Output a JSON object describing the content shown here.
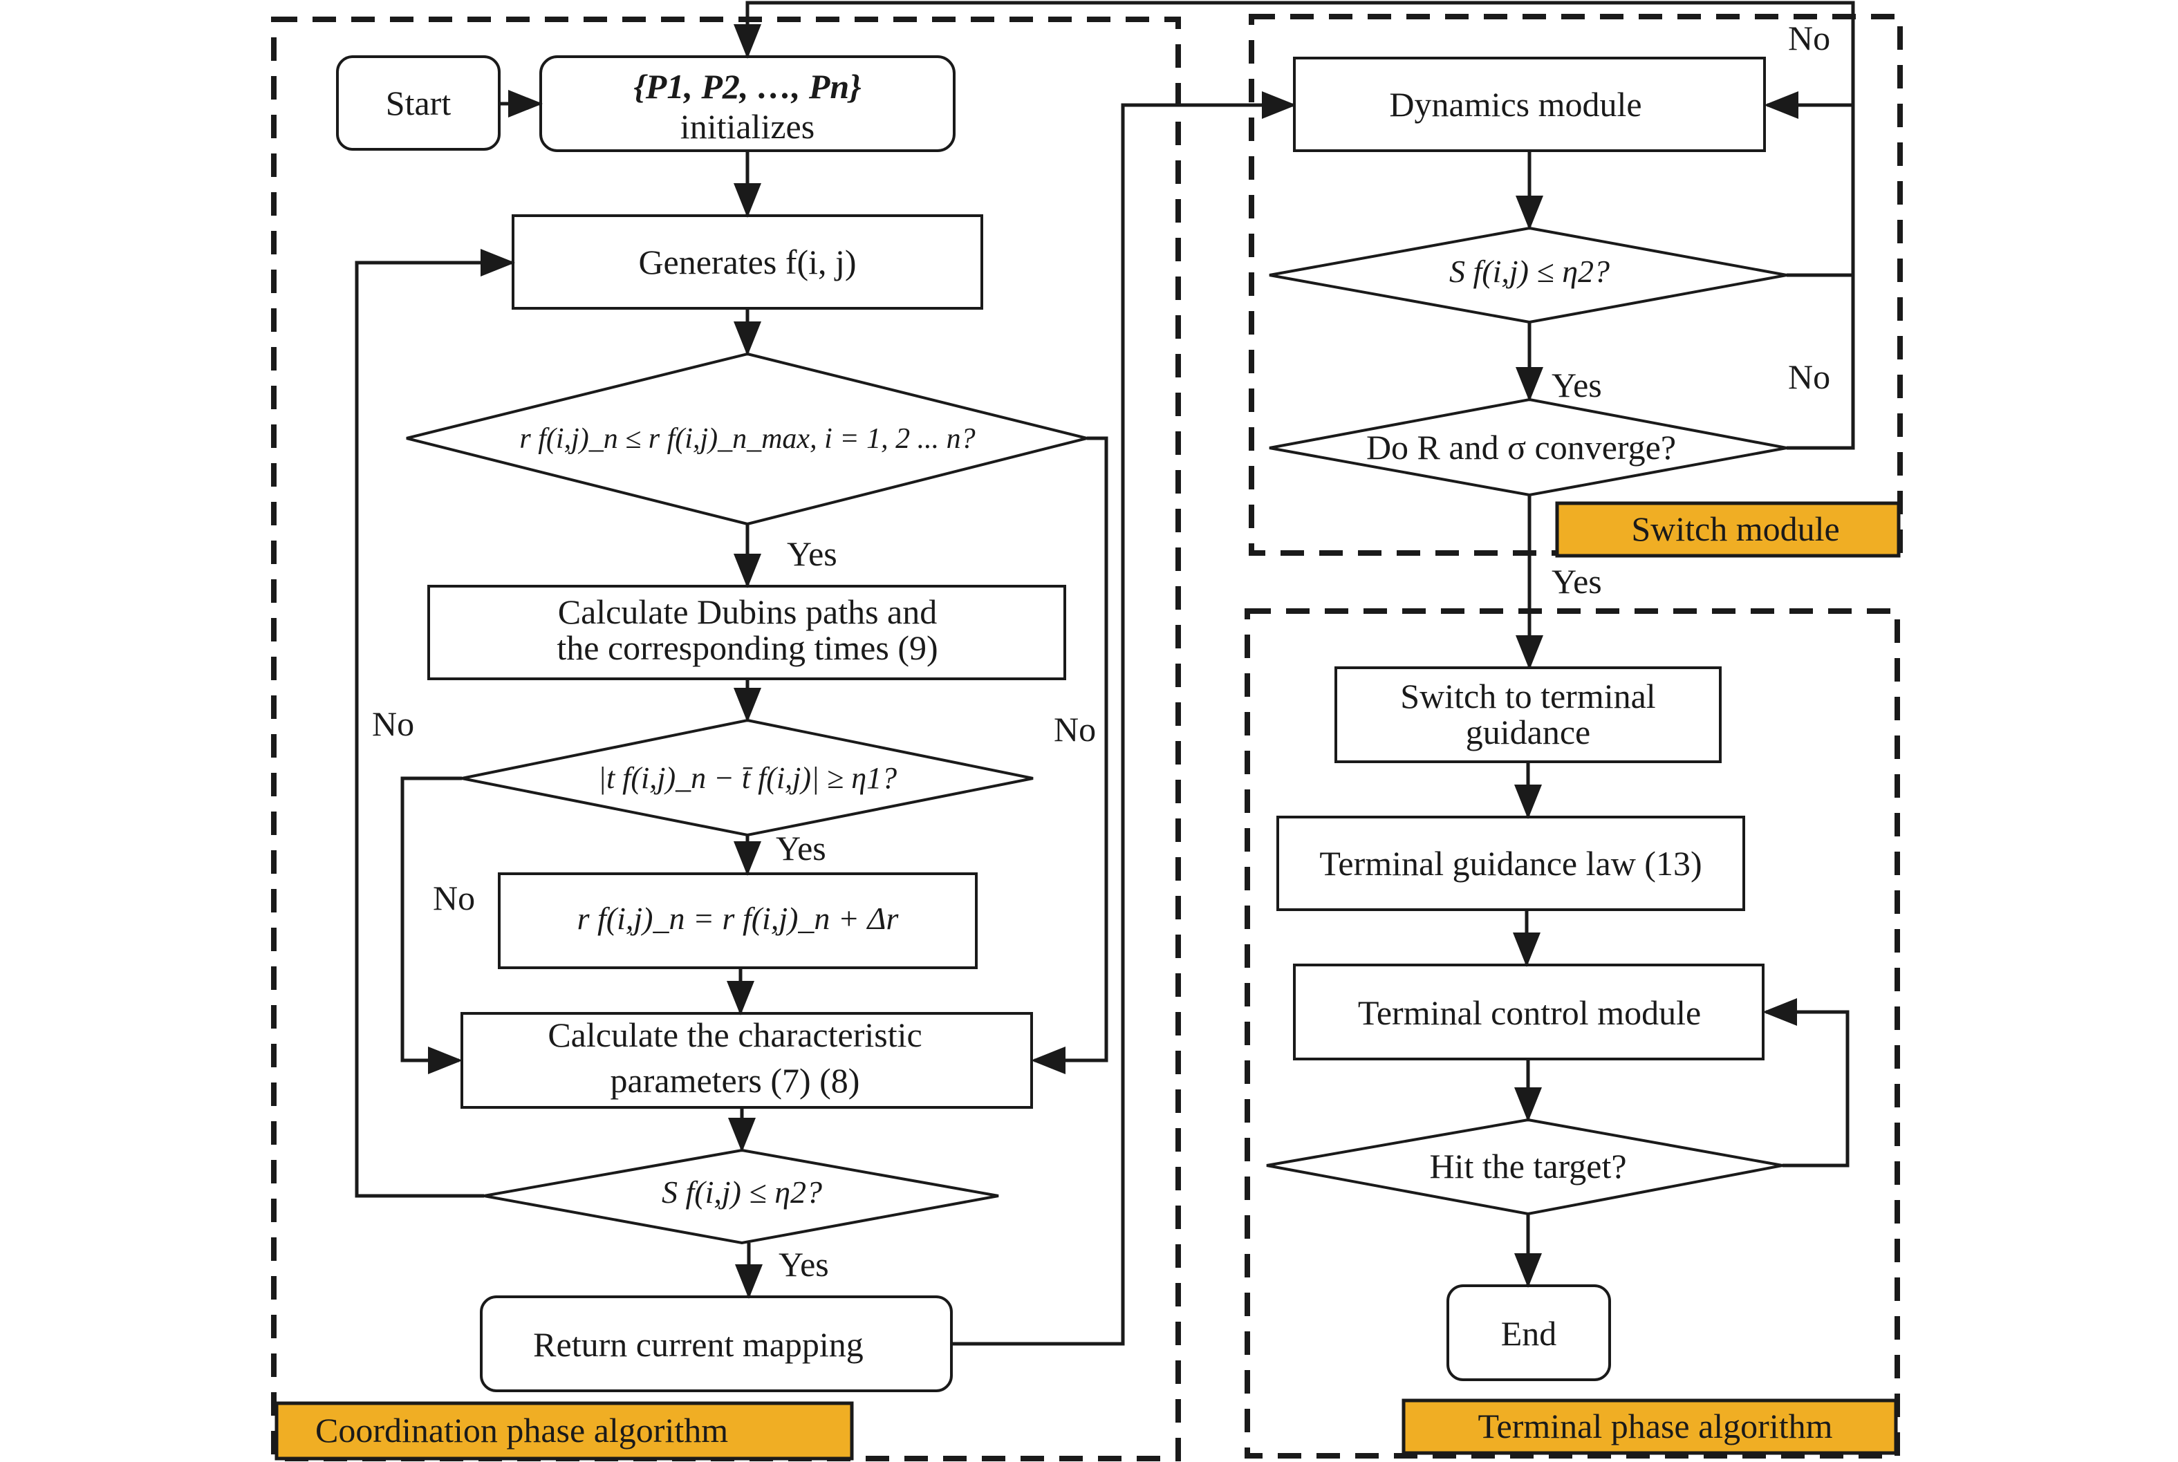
{
  "colors": {
    "tag_fill": "#F0AE24",
    "stroke": "#1a1a1a",
    "background": "#ffffff"
  },
  "groups": {
    "coordination": {
      "title": "Coordination phase algorithm"
    },
    "switch": {
      "title": "Switch module"
    },
    "terminal": {
      "title": "Terminal phase algorithm"
    }
  },
  "nodes": {
    "start": "Start",
    "init_line1": "{P1, P2, …, Pn}",
    "init_line2": "initializes",
    "generate": "Generates f(i, j)",
    "check_r": "r f(i,j)_n ≤ r f(i,j)_n_max, i = 1, 2 ... n?",
    "dubins_line1": "Calculate Dubins paths and",
    "dubins_line2": "the corresponding times (9)",
    "check_t": "|t f(i,j)_n − t̄ f(i,j)| ≥ η1?",
    "update_r": "r f(i,j)_n = r f(i,j)_n + Δr",
    "calc_line1": "Calculate the characteristic",
    "calc_line2": "parameters (7) (8)",
    "check_s": "S f(i,j) ≤ η2?",
    "return": "Return current mapping",
    "dynamics": "Dynamics module",
    "switch_check_s": "S f(i,j) ≤ η2?",
    "converge": "Do R and σ converge?",
    "switch_terminal_line1": "Switch to terminal",
    "switch_terminal_line2": "guidance",
    "guidance_law": "Terminal guidance law (13)",
    "terminal_control": "Terminal control module",
    "hit": "Hit the target?",
    "end": "End"
  },
  "edge_labels": {
    "yes": "Yes",
    "no": "No"
  }
}
